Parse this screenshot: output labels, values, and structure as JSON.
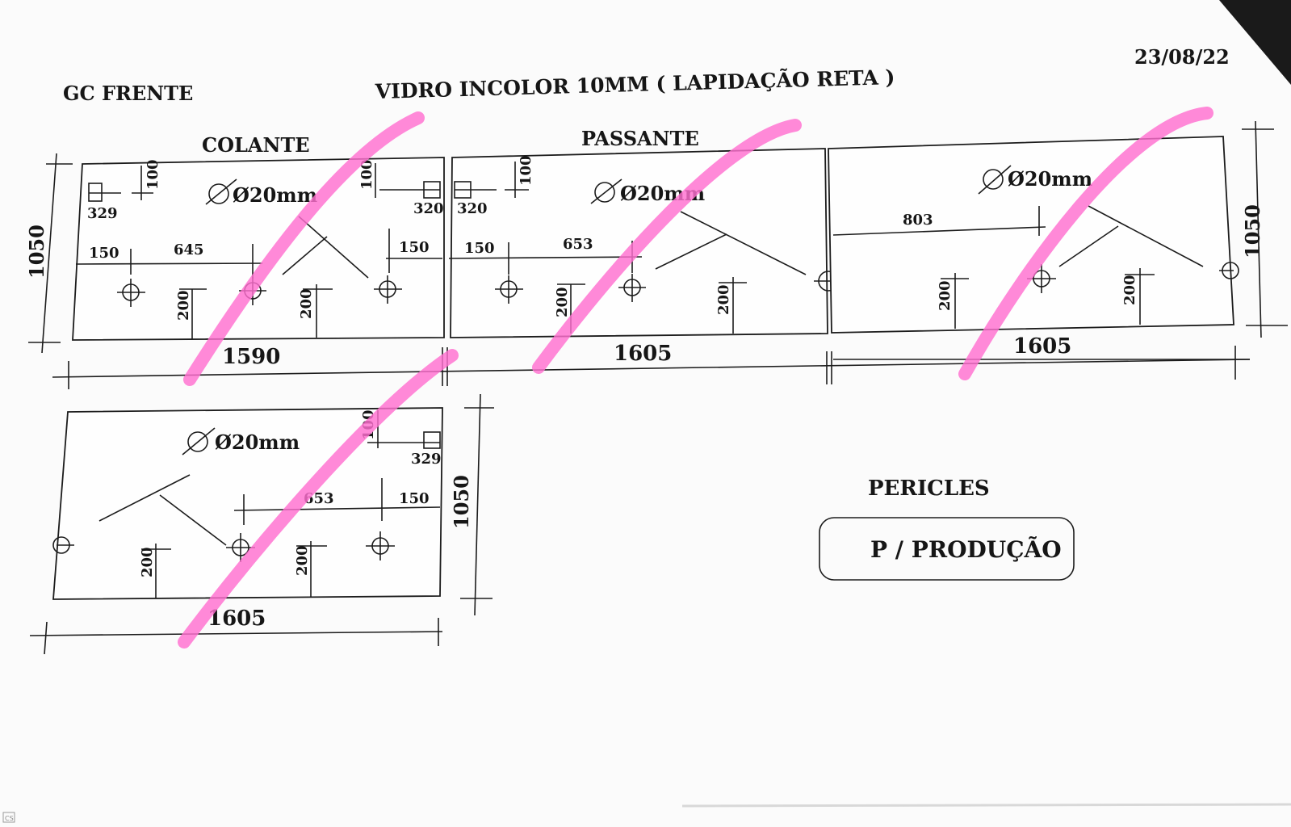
{
  "header": {
    "date": "23/08/22",
    "project": "GC FRENTE",
    "material": "VIDRO INCOLOR 10MM ( LAPIDAÇÃO RETA )"
  },
  "sections": {
    "colante": "COLANTE",
    "passante": "PASSANTE"
  },
  "hole_label": "Ø20mm",
  "panels": [
    {
      "height": "1050",
      "width": "1590",
      "dims": {
        "d329": "329",
        "d100a": "100",
        "d100b": "100",
        "d320": "320",
        "d150a": "150",
        "d645": "645",
        "d150b": "150",
        "d200a": "200",
        "d200b": "200"
      }
    },
    {
      "width": "1605",
      "dims": {
        "d320": "320",
        "d100": "100",
        "d150": "150",
        "d653": "653",
        "d200a": "200",
        "d200b": "200"
      }
    },
    {
      "height": "1050",
      "width": "1605",
      "dims": {
        "d803": "803",
        "d200a": "200",
        "d200b": "200"
      }
    },
    {
      "height": "1050",
      "width": "1605",
      "dims": {
        "d100": "100",
        "d329": "329",
        "d653": "653",
        "d150": "150",
        "d200a": "200",
        "d200b": "200"
      }
    }
  ],
  "client": "PERICLES",
  "stamp": "P / PRODUÇÃO",
  "scanner_mark": "CS",
  "colors": {
    "ink": "#161616",
    "marker": "#ff6fcf",
    "paper": "#fbfbfb"
  }
}
